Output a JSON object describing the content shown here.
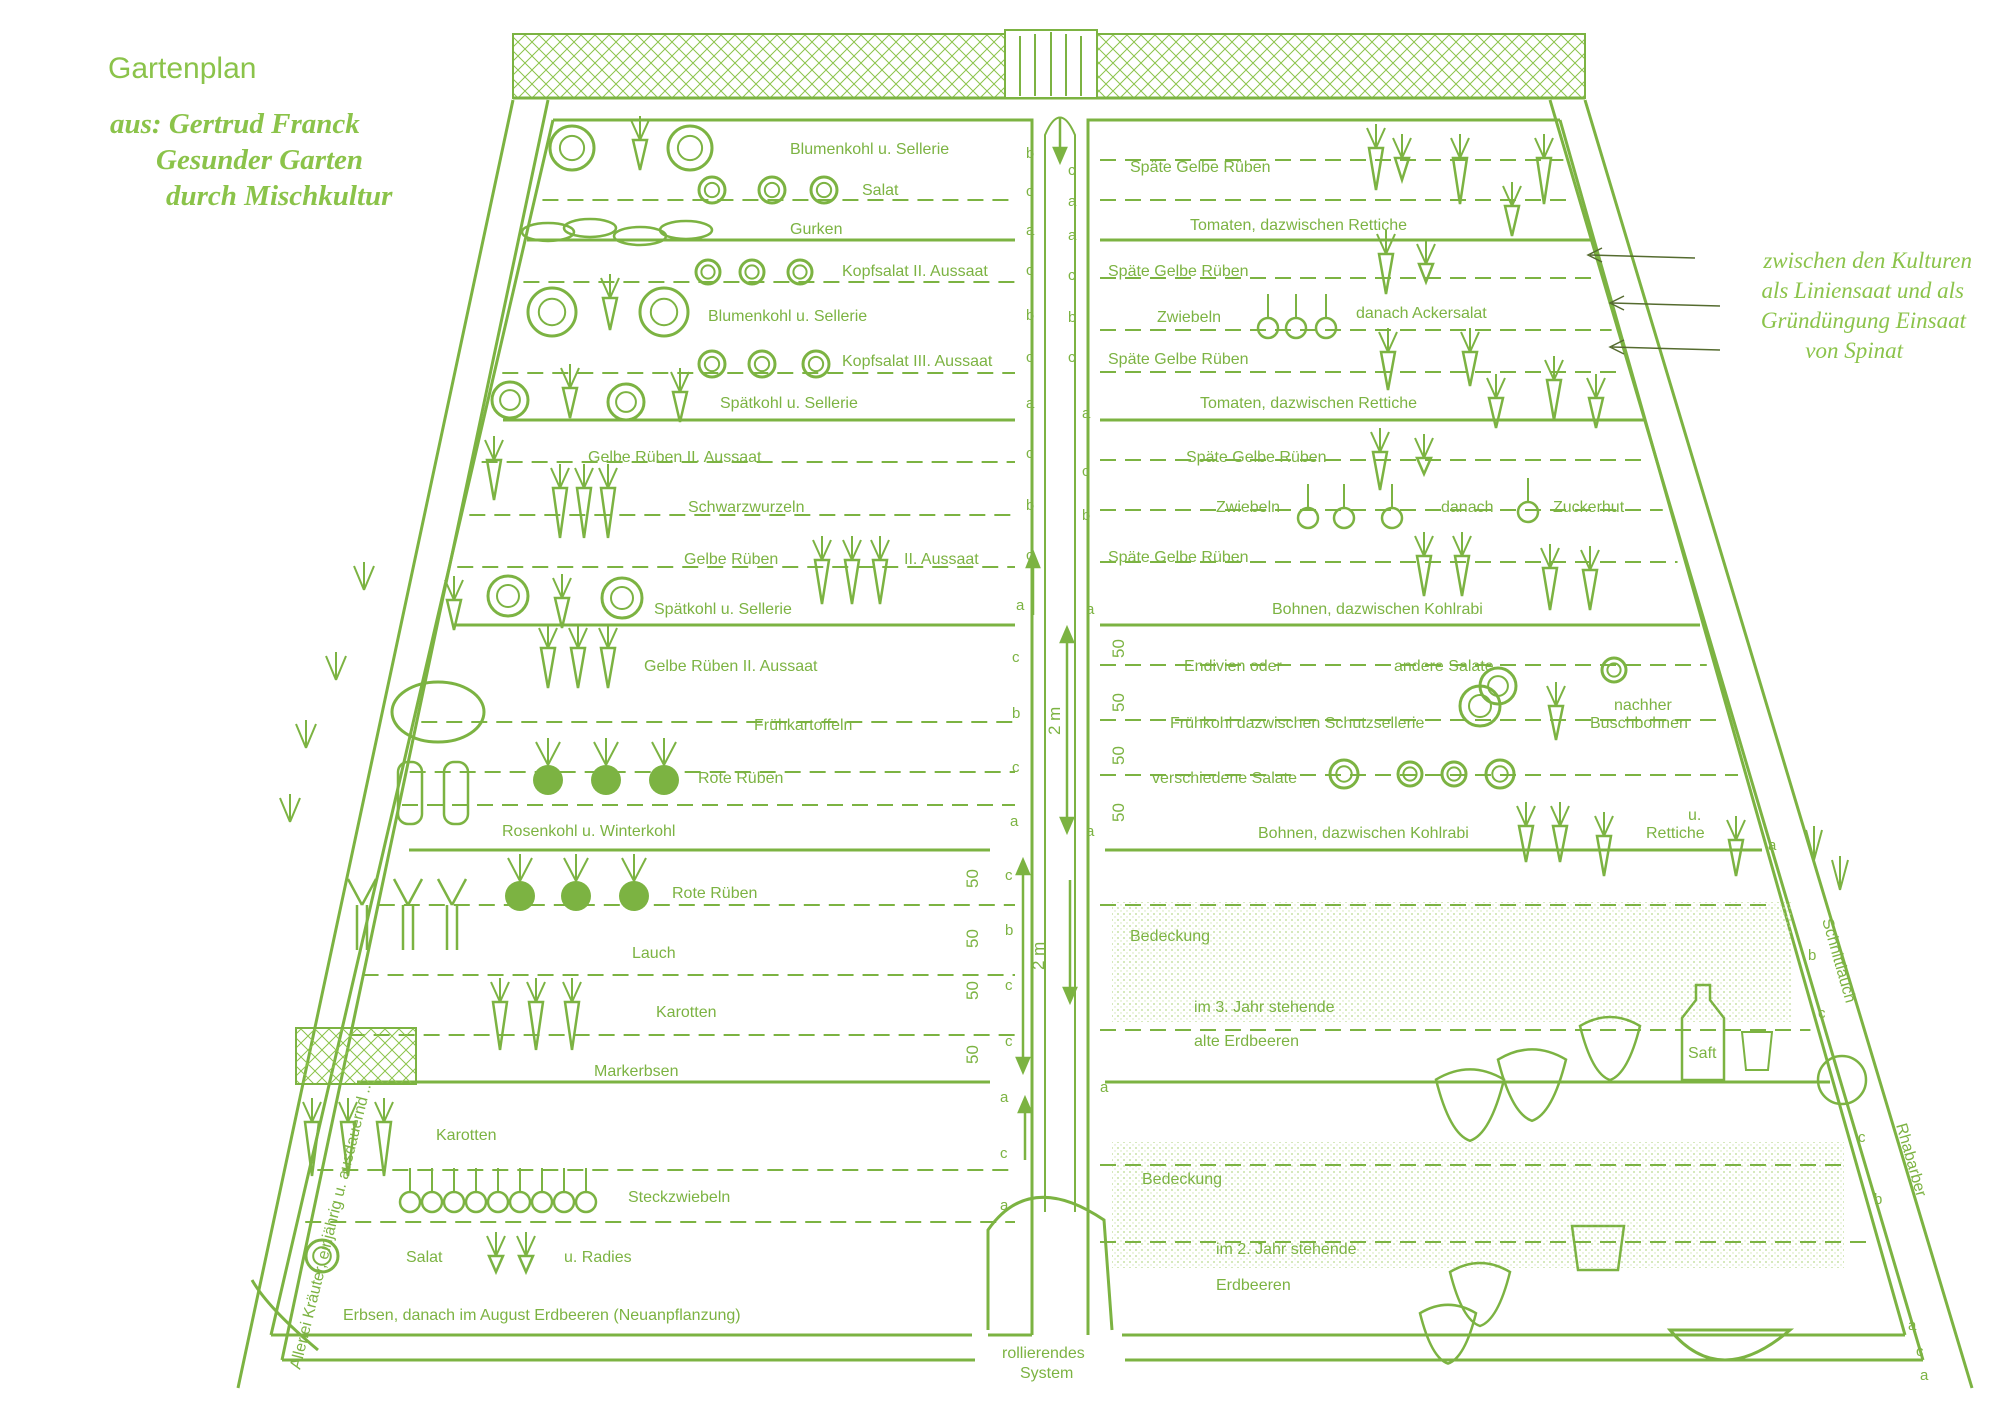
{
  "header": {
    "title": "Gartenplan",
    "source_line1": "aus: Gertrud Franck",
    "source_line2": "Gesunder Garten",
    "source_line3": "durch Mischkultur"
  },
  "annotation": {
    "line1": "zwischen den Kulturen",
    "line2": "als Liniensaat und als",
    "line3": "Gründüngung Einsaat",
    "line4": "von Spinat"
  },
  "side_labels": {
    "left_border": "Allerlei Kräuter, einjährig u. ausdauernd ...",
    "right_top": "Schnittlauch",
    "right_bottom": "Rhabarber",
    "center_bottom_1": "rollierendes",
    "center_bottom_2": "System",
    "width_a": "2 m",
    "width_b": "2 m",
    "spacing": "50"
  },
  "colors": {
    "ink": "#7cb342",
    "light": "#a5d16f",
    "stipple": "#e9f2dc"
  },
  "left_rows": [
    "Blumenkohl u. Sellerie",
    "Salat",
    "Gurken",
    "Kopfsalat II. Aussaat",
    "Blumenkohl u. Sellerie",
    "Kopfsalat III. Aussaat",
    "Spätkohl u. Sellerie",
    "Gelbe Rüben II. Aussaat",
    "Schwarzwurzeln",
    "Gelbe Rüben",
    "II. Aussaat",
    "Spätkohl u. Sellerie",
    "Gelbe Rüben II. Aussaat",
    "Frühkartoffeln",
    "Rote Rüben",
    "Rosenkohl u. Winterkohl",
    "Rote Rüben",
    "Lauch",
    "Karotten",
    "Markerbsen",
    "Karotten",
    "Steckzwiebeln",
    "Salat",
    "u. Radies",
    "Erbsen, danach im August Erdbeeren (Neuanpflanzung)"
  ],
  "right_rows": [
    "Späte Gelbe Rüben",
    "Tomaten, dazwischen Rettiche",
    "Späte Gelbe Rüben",
    "Zwiebeln",
    "danach Ackersalat",
    "Späte Gelbe Rüben",
    "Tomaten, dazwischen Rettiche",
    "Späte Gelbe Rüben",
    "Zwiebeln",
    "danach",
    "Zuckerhut",
    "Späte Gelbe Rüben",
    "Bohnen, dazwischen Kohlrabi",
    "Endivien oder",
    "andere Salate",
    "Frühkohl dazwischen Schutzsellerie",
    "nachher",
    "Buschbohnen",
    "verschiedene Salate",
    "Bohnen, dazwischen Kohlrabi",
    "u.",
    "Rettiche",
    "Bedeckung",
    "im 3. Jahr stehende",
    "alte Erdbeeren",
    "Bedeckung",
    "im 2. Jahr stehende",
    "Erdbeeren",
    "Saft"
  ],
  "row_letters": [
    "a",
    "b",
    "c"
  ]
}
